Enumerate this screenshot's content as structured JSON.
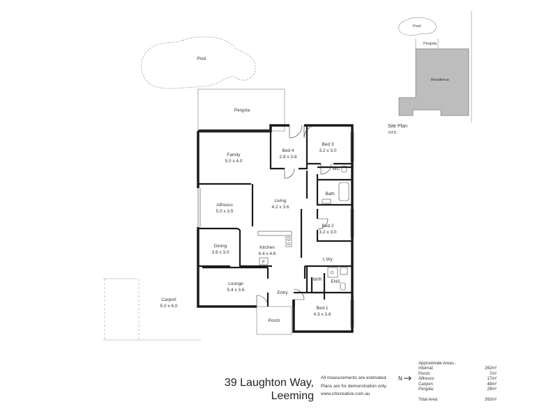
{
  "address": {
    "line1": "39 Laughton Way,",
    "line2": "Leeming"
  },
  "disclaimer": {
    "line1": "All measurements are estimated.",
    "line2": "Plans are for demonstration only.",
    "line3": "www.crbcreative.com.au"
  },
  "areas": {
    "heading": "Approximate Areas -",
    "rows": [
      {
        "label": "Internal:",
        "value": "262m²"
      },
      {
        "label": "Porch:",
        "value": "7m²"
      },
      {
        "label": "Alfresco:",
        "value": "17m²"
      },
      {
        "label": "Carport:",
        "value": "48m²"
      },
      {
        "label": "Pergola:",
        "value": "29m²"
      }
    ],
    "total_label": "Total Area:",
    "total_value": "392m²"
  },
  "compass": {
    "label": "N"
  },
  "site_plan": {
    "title": "Site Plan",
    "subtitle": "NTS",
    "pool": "Pool",
    "pergola": "Pergola",
    "residence": "Residence"
  },
  "rooms": {
    "pool": {
      "name": "Pool"
    },
    "pergola": {
      "name": "Pergola"
    },
    "family": {
      "name": "Family",
      "dim": "5.0 x 4.0"
    },
    "bed4": {
      "name": "Bed 4",
      "dim": "2.8 x 3.8"
    },
    "bed3": {
      "name": "Bed 3",
      "dim": "3.2 x 3.0"
    },
    "wc": {
      "name": "WC"
    },
    "bath": {
      "name": "Bath"
    },
    "alfresco": {
      "name": "Alfresco",
      "dim": "5.0 x 3.5"
    },
    "living": {
      "name": "Living",
      "dim": "4.2 x 3.6"
    },
    "bed2": {
      "name": "Bed 2",
      "dim": "3.2 x 3.0"
    },
    "dining": {
      "name": "Dining",
      "dim": "3.6 x 3.0"
    },
    "kitchen": {
      "name": "Kitchen",
      "dim": "4.4 x 4.6"
    },
    "ldry": {
      "name": "L'dry"
    },
    "wr": {
      "name": "W/R"
    },
    "ens": {
      "name": "ENS"
    },
    "lounge": {
      "name": "Lounge",
      "dim": "5.4 x 3.6"
    },
    "entry": {
      "name": "Entry"
    },
    "bed1": {
      "name": "Bed 1",
      "dim": "4.3 x 3.6"
    },
    "carport": {
      "name": "Carport",
      "dim": "5.0 x 6.0"
    },
    "porch": {
      "name": "Porch"
    },
    "fridge": {
      "name": "F"
    }
  }
}
